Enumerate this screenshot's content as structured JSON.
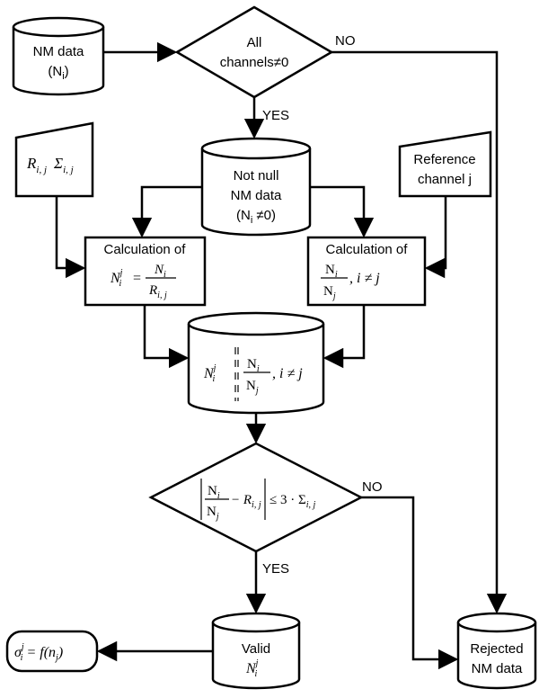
{
  "nodes": {
    "nm_data": {
      "line1": "NM data",
      "line2": "(N",
      "sub": "i",
      "close": ")"
    },
    "all_channels": {
      "line1": "All",
      "line2": "channels≠0"
    },
    "r_sigma": {
      "r": "R",
      "r_sub": "i, j",
      "s": "Σ",
      "s_sub": "i, j"
    },
    "not_null": {
      "line1": "Not null",
      "line2": "NM data",
      "line3a": "(N",
      "line3sub": "i",
      "line3b": " ≠0)"
    },
    "reference": {
      "line1": "Reference",
      "line2": "channel j"
    },
    "calc_left": {
      "title": "Calculation of",
      "lhs": "N",
      "lhs_sup": "j",
      "lhs_sub": "i",
      "eq": "=",
      "num": "N",
      "num_sub": "i",
      "den": "R",
      "den_sub": "i, j"
    },
    "calc_right": {
      "title": "Calculation of",
      "num": "N",
      "num_sub": "i",
      "den": "N",
      "den_sub": "j",
      "tail": ", i ≠ j"
    },
    "middle_store": {
      "lhs": "N",
      "lhs_sup": "j",
      "lhs_sub": "i",
      "num": "N",
      "num_sub": "i",
      "den": "N",
      "den_sub": "j",
      "tail": ", i ≠ j"
    },
    "test": {
      "num": "N",
      "num_sub": "i",
      "den": "N",
      "den_sub": "j",
      "minus": "− R",
      "r_sub": "i, j",
      "rhs": "≤ 3 · Σ",
      "rhs_sub": "i, j"
    },
    "valid": {
      "line1": "Valid",
      "n": "N",
      "n_sup": "j",
      "n_sub": "i"
    },
    "sigma": {
      "s": "σ",
      "s_sup": "j",
      "s_sub": "i",
      "rest": " = f(n",
      "rest_sub": "j",
      "close": ")"
    },
    "rejected": {
      "line1": "Rejected",
      "line2": "NM data"
    }
  },
  "edges": {
    "no_top": "NO",
    "yes_top": "YES",
    "no_bottom": "NO",
    "yes_bottom": "YES"
  }
}
